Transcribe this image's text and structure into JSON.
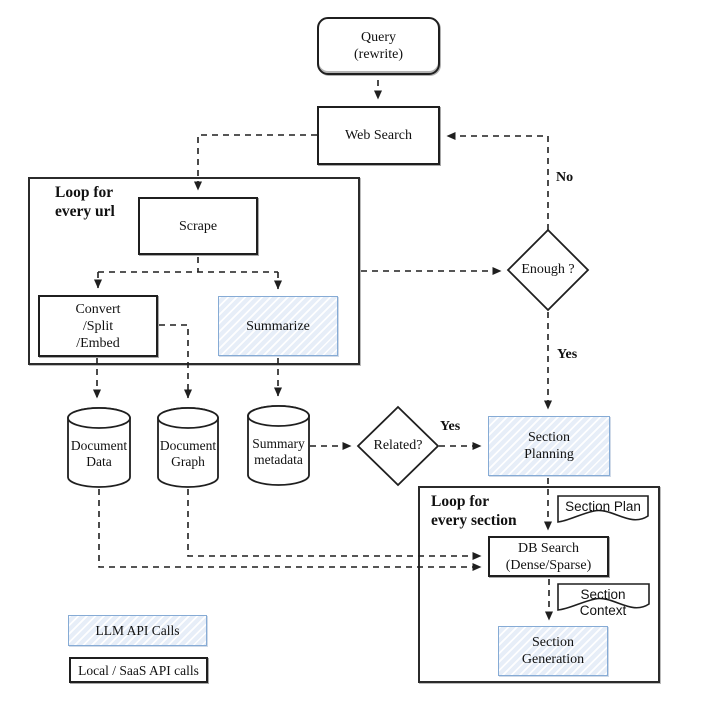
{
  "diagram_title": "Web research / report generation pipeline flowchart",
  "colors": {
    "line": "#1f1f1f",
    "llm_fill": "#e7eef8",
    "llm_border": "#86abd5",
    "background": "#ffffff"
  },
  "nodes": {
    "query": {
      "label": "Query\n(rewrite)"
    },
    "web_search": {
      "label": "Web Search"
    },
    "scrape": {
      "label": "Scrape"
    },
    "convert": {
      "label": "Convert\n/Split\n/Embed"
    },
    "summarize": {
      "label": "Summarize"
    },
    "enough": {
      "label": "Enough ?"
    },
    "related": {
      "label": "Related?"
    },
    "document_data": {
      "label": "Document\nData"
    },
    "document_graph": {
      "label": "Document\nGraph"
    },
    "summary_metadata": {
      "label": "Summary\nmetadata"
    },
    "section_planning": {
      "label": "Section\nPlanning"
    },
    "section_plan_doc": {
      "label": "Section Plan"
    },
    "db_search": {
      "label": "DB Search\n(Dense/Sparse)"
    },
    "section_context_doc": {
      "label": "Section Context"
    },
    "section_generation": {
      "label": "Section\nGeneration"
    }
  },
  "containers": {
    "loop_url": {
      "label": "Loop for\nevery url"
    },
    "loop_section": {
      "label": "Loop for\nevery section"
    }
  },
  "edge_labels": {
    "enough_no": "No",
    "enough_yes": "Yes",
    "related_yes": "Yes"
  },
  "legend": {
    "llm": {
      "label": "LLM API Calls"
    },
    "local": {
      "label": "Local / SaaS API calls"
    }
  }
}
